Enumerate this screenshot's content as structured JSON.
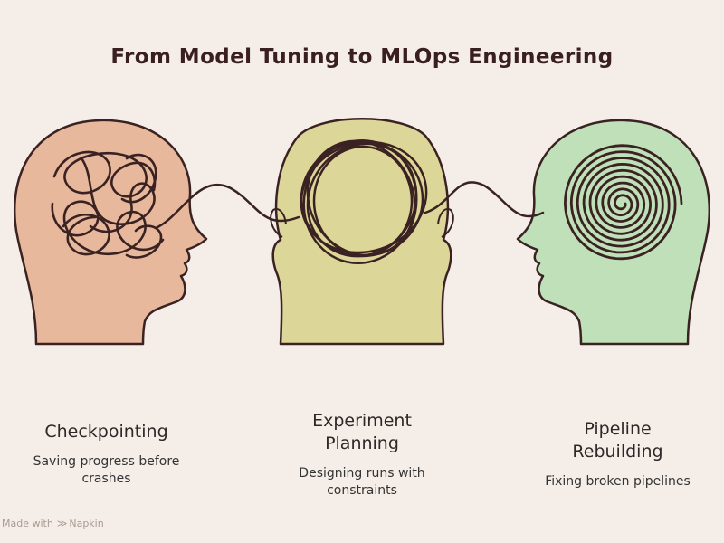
{
  "title": "From Model Tuning to MLOps Engineering",
  "colors": {
    "background": "#f5eee8",
    "head_left": "#e7b89c",
    "head_middle": "#dcd699",
    "head_right": "#bfe0b8",
    "outline": "#3b2222"
  },
  "heads": [
    {
      "name": "Checkpointing",
      "description": "Saving progress before\ncrashes",
      "mind_icon": "tangled-scribble-icon"
    },
    {
      "name": "Experiment\nPlanning",
      "description": "Designing runs with\nconstraints",
      "mind_icon": "circular-loop-icon"
    },
    {
      "name": "Pipeline\nRebuilding",
      "description": "Fixing broken pipelines",
      "mind_icon": "spiral-icon"
    }
  ],
  "footer": {
    "prefix": "Made with",
    "brand": "Napkin"
  }
}
